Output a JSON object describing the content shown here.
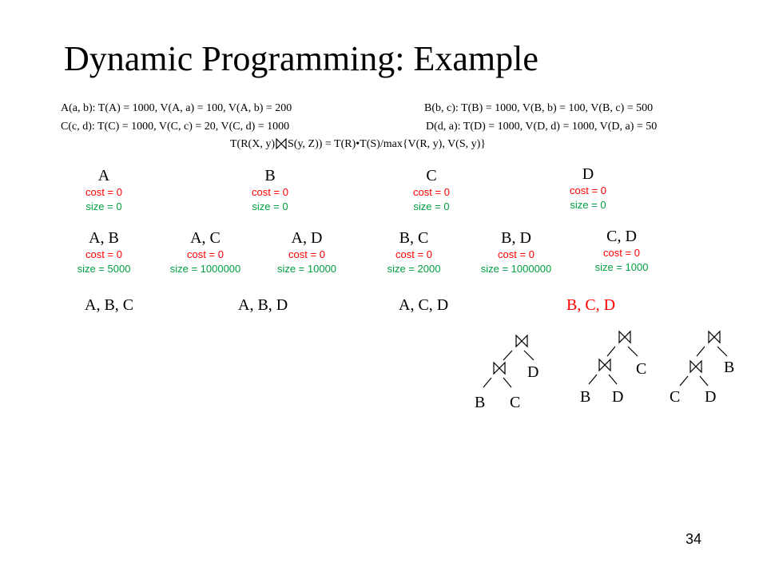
{
  "title": "Dynamic Programming: Example",
  "relations": {
    "A": "A(a, b): T(A) = 1000, V(A, a) = 100, V(A, b) = 200",
    "B": "B(b, c): T(B) = 1000,  V(B, b) = 100, V(B, c) = 500",
    "C": "C(c, d): T(C) = 1000,  V(C, c) = 20,  V(C, d) = 1000",
    "D": "D(d, a): T(D) = 1000, V(D, d) = 1000, V(D, a) = 50"
  },
  "formula": {
    "left": "T(R(X, y)",
    "right": "S(y, Z)) = T(R)•T(S)/max{V(R, y), V(S, y)}"
  },
  "singles": [
    {
      "label": "A",
      "cost": "cost = 0",
      "size": "size = 0"
    },
    {
      "label": "B",
      "cost": "cost = 0",
      "size": "size = 0"
    },
    {
      "label": "C",
      "cost": "cost = 0",
      "size": "size = 0"
    },
    {
      "label": "D",
      "cost": "cost = 0",
      "size": "size = 0"
    }
  ],
  "pairs": [
    {
      "label": "A, B",
      "cost": "cost = 0",
      "size": "size = 5000"
    },
    {
      "label": "A, C",
      "cost": "cost = 0",
      "size": "size = 1000000"
    },
    {
      "label": "A, D",
      "cost": "cost = 0",
      "size": "size = 10000"
    },
    {
      "label": "B, C",
      "cost": "cost = 0",
      "size": "size = 2000"
    },
    {
      "label": "B, D",
      "cost": "cost = 0",
      "size": "size = 1000000"
    },
    {
      "label": "C, D",
      "cost": "cost = 0",
      "size": "size = 1000"
    }
  ],
  "triples": [
    "A, B, C",
    "A, B, D",
    "A, C, D",
    "B, C, D"
  ],
  "plans": [
    {
      "inner_left": "B",
      "inner_right": "C",
      "outer_right": "D"
    },
    {
      "inner_left": "B",
      "inner_right": "D",
      "outer_right": "C"
    },
    {
      "inner_left": "C",
      "inner_right": "D",
      "outer_right": "B"
    }
  ],
  "colors": {
    "cost": "#ff0000",
    "size": "#00a040",
    "highlight": "#ff0000"
  },
  "join_icon": "bowtie-join-icon",
  "page_number": "34"
}
